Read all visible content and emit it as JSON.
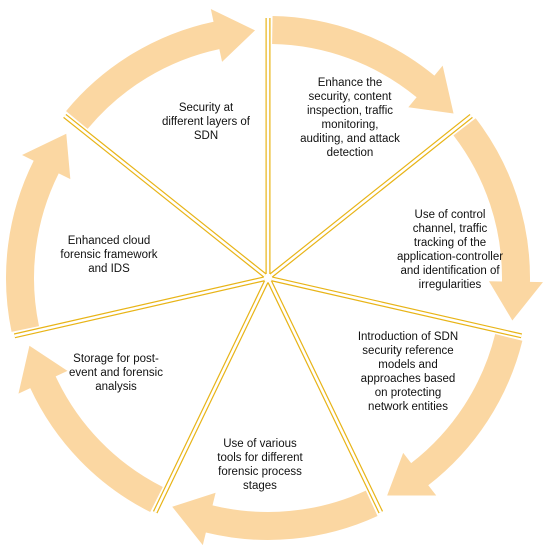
{
  "diagram": {
    "colors": {
      "arrow_fill": "#FBD7A2",
      "divider_gold": "#E8B417",
      "background": "#FFFFFF",
      "text": "#111111"
    },
    "segments": [
      {
        "id": "security-layers",
        "text": "Security at\ndifferent layers of\nSDN"
      },
      {
        "id": "content-inspection",
        "text": "Enhance the\nsecurity, content\ninspection, traffic\nmonitoring,\nauditing, and attack\ndetection"
      },
      {
        "id": "control-channel",
        "text": "Use of control\nchannel, traffic\ntracking of the\napplication-controller\nand identification of\nirregularities"
      },
      {
        "id": "reference-models",
        "text": "Introduction of SDN\nsecurity reference\nmodels and\napproaches based\non protecting\nnetwork entities"
      },
      {
        "id": "forensic-tools",
        "text": "Use of various\ntools for different\nforensic process\nstages"
      },
      {
        "id": "post-event-storage",
        "text": "Storage for post-\nevent and forensic\nanalysis"
      },
      {
        "id": "cloud-forensic",
        "text": "Enhanced cloud\nforensic framework\nand IDS"
      }
    ]
  }
}
